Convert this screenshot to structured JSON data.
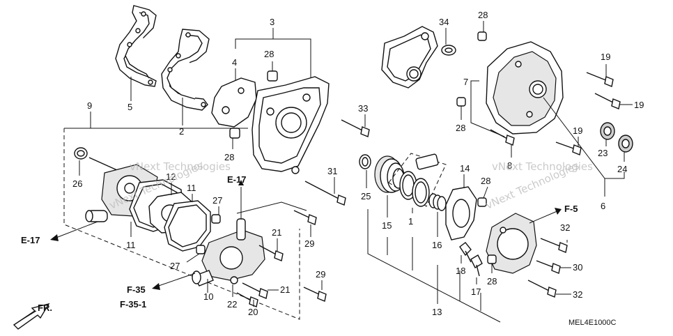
{
  "diagram": {
    "diagram_code": "MEL4E1000C",
    "watermark": "vNext Technologies",
    "front_marker": "FR.",
    "refs": {
      "e17_left": "E-17",
      "e17_center": "E-17",
      "f35": "F-35",
      "f351": "F-35-1",
      "f5": "F-5"
    },
    "callouts": {
      "c1": "1",
      "c2": "2",
      "c3": "3",
      "c4": "4",
      "c5": "5",
      "c6": "6",
      "c7": "7",
      "c8": "8",
      "c9": "9",
      "c10": "10",
      "c11a": "11",
      "c11b": "11",
      "c12": "12",
      "c13": "13",
      "c14": "14",
      "c15": "15",
      "c16": "16",
      "c17": "17",
      "c18": "18",
      "c19a": "19",
      "c19b": "19",
      "c19c": "19",
      "c20": "20",
      "c21a": "21",
      "c21b": "21",
      "c22": "22",
      "c23": "23",
      "c24": "24",
      "c25": "25",
      "c26": "26",
      "c27a": "27",
      "c27b": "27",
      "c28a": "28",
      "c28b": "28",
      "c28c": "28",
      "c28d": "28",
      "c28e": "28",
      "c28f": "28",
      "c29a": "29",
      "c29b": "29",
      "c30": "30",
      "c31": "31",
      "c32a": "32",
      "c32b": "32",
      "c33": "33",
      "c34": "34"
    }
  }
}
